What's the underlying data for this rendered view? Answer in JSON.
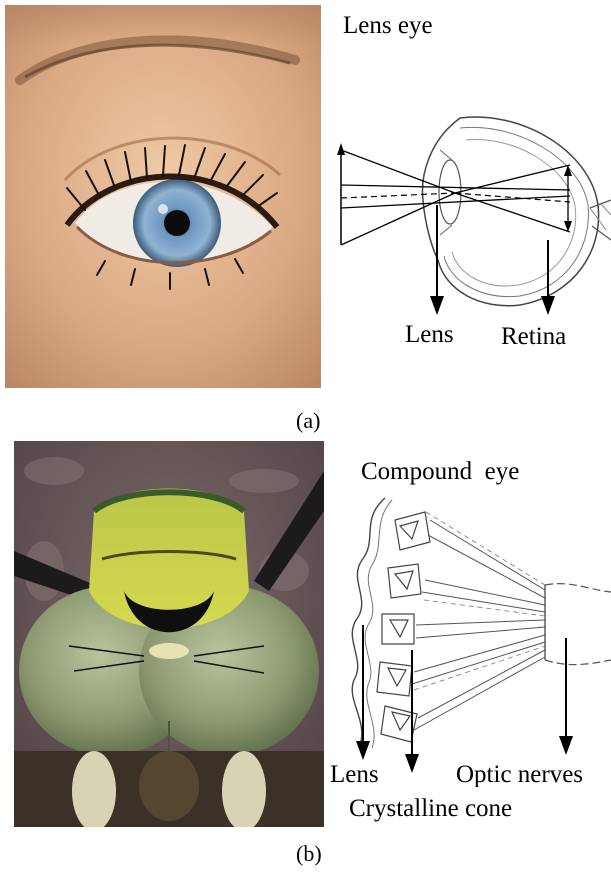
{
  "panel_a": {
    "title": "Lens eye",
    "photo": "human-eye-photo",
    "labels": {
      "lens": "Lens",
      "retina": "Retina"
    },
    "caption": "(a)"
  },
  "panel_b": {
    "title": "Compound  eye",
    "photo": "dragonfly-head-photo",
    "labels": {
      "lens": "Lens",
      "optic_nerves": "Optic nerves",
      "crystalline_cone": "Crystalline cone"
    },
    "caption": "(b)"
  }
}
